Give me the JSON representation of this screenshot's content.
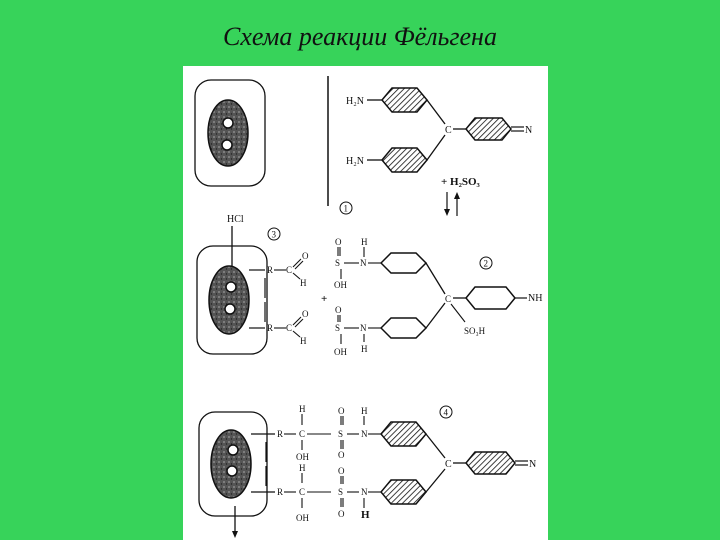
{
  "title": "Схема реакции Фёльгена",
  "colors": {
    "background": "#37d35a",
    "panel": "#ffffff",
    "ink": "#111111"
  },
  "steps": {
    "one": "1",
    "two": "2",
    "three": "3",
    "four": "4"
  },
  "reagents": {
    "hcl": "HCl",
    "h2so3": "+ H₂SO₃",
    "plus": "+",
    "so3h": "SO₃H",
    "nh2": "NH",
    "eqn": "=N"
  },
  "atoms": {
    "h2n": "H₂N",
    "c": "C",
    "n": "N",
    "h": "H",
    "o": "O",
    "s": "S",
    "oh": "OH",
    "r": "R"
  }
}
